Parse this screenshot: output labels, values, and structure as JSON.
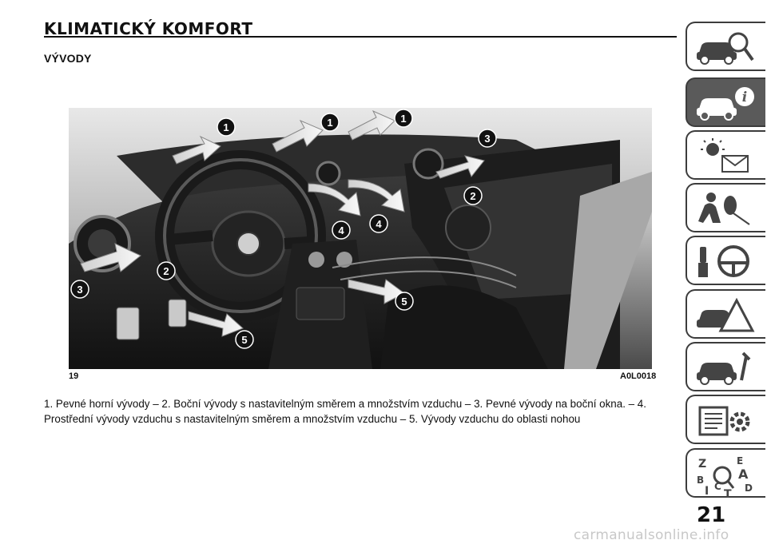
{
  "header": {
    "title": "KLIMATICKÝ KOMFORT",
    "subtitle": "VÝVODY"
  },
  "figure": {
    "number": "19",
    "code": "A0L0018",
    "callouts": [
      "1",
      "1",
      "1",
      "2",
      "2",
      "3",
      "3",
      "4",
      "4",
      "5",
      "5"
    ]
  },
  "caption": "1. Pevné horní vývody – 2. Boční vývody s nastavitelným směrem a množstvím vzduchu – 3. Pevné vývody na boční okna. – 4. Prostřední vývody vzduchu s nastavitelným směrem a množstvím vzduchu – 5. Vývody vzduchu do oblasti nohou",
  "sidebar": {
    "tabs": [
      {
        "icon": "car-magnifier-icon"
      },
      {
        "icon": "car-info-icon"
      },
      {
        "icon": "warning-light-envelope-icon"
      },
      {
        "icon": "airbag-seat-icon"
      },
      {
        "icon": "key-steering-wheel-icon"
      },
      {
        "icon": "car-breakdown-triangle-icon"
      },
      {
        "icon": "car-wrench-icon"
      },
      {
        "icon": "specs-gear-icon"
      },
      {
        "icon": "index-letters-icon"
      }
    ],
    "index_letters": [
      "Z",
      "E",
      "B",
      "A",
      "D",
      "I",
      "C",
      "T"
    ]
  },
  "page_number": "21",
  "watermark": "carmanualsonline.info"
}
